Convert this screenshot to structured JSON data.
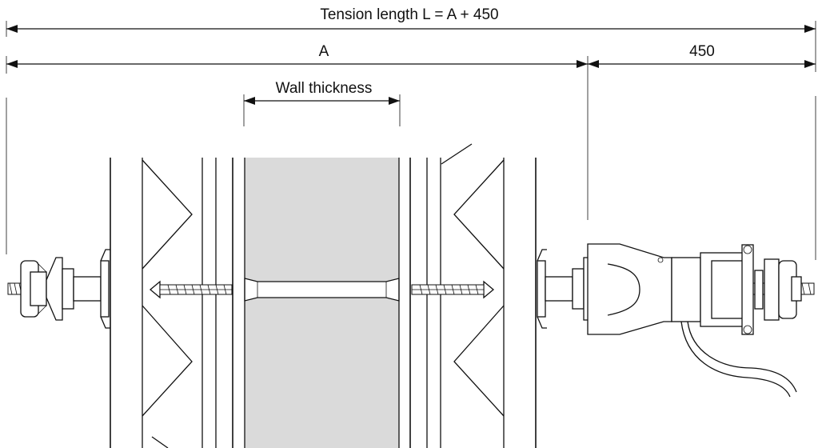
{
  "dimensions": {
    "tension_length": "Tension length L = A + 450",
    "a": "A",
    "offset_450": "450",
    "wall_thickness": "Wall thickness"
  },
  "colors": {
    "line": "#111111",
    "concrete": "#dadada",
    "background": "#ffffff"
  }
}
